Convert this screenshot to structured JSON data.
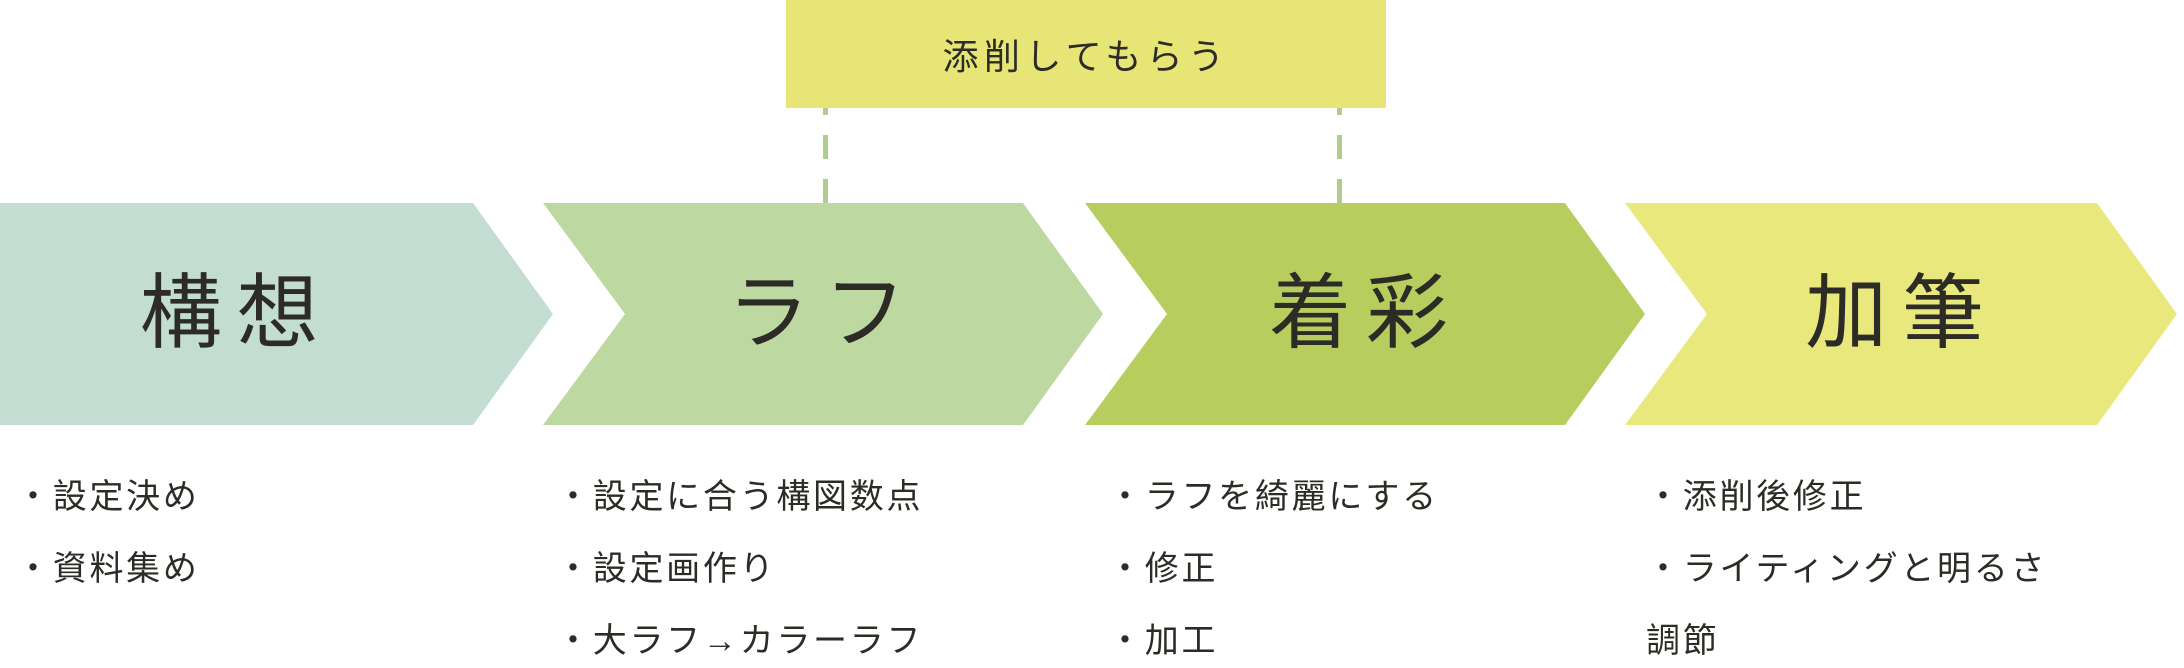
{
  "annotation": {
    "label": "添削してもらう",
    "bg_color": "#e6e575"
  },
  "connector_color": "#b0cc8e",
  "text_color": "#2d2b26",
  "stages": [
    {
      "title": "構想",
      "arrow_color": "#c4ddd3",
      "items": [
        "・設定決め",
        "・資料集め"
      ]
    },
    {
      "title": "ラフ",
      "arrow_color": "#bdd8a0",
      "items": [
        "・設定に合う構図数点",
        "・設定画作り",
        "・大ラフ→カラーラフ"
      ]
    },
    {
      "title": "着彩",
      "arrow_color": "#b7ce5f",
      "items": [
        "・ラフを綺麗にする",
        "・修正",
        "・加工"
      ]
    },
    {
      "title": "加筆",
      "arrow_color": "#e9e87d",
      "items": [
        "・添削後修正",
        "・ライティングと明るさ",
        "調節"
      ]
    }
  ]
}
